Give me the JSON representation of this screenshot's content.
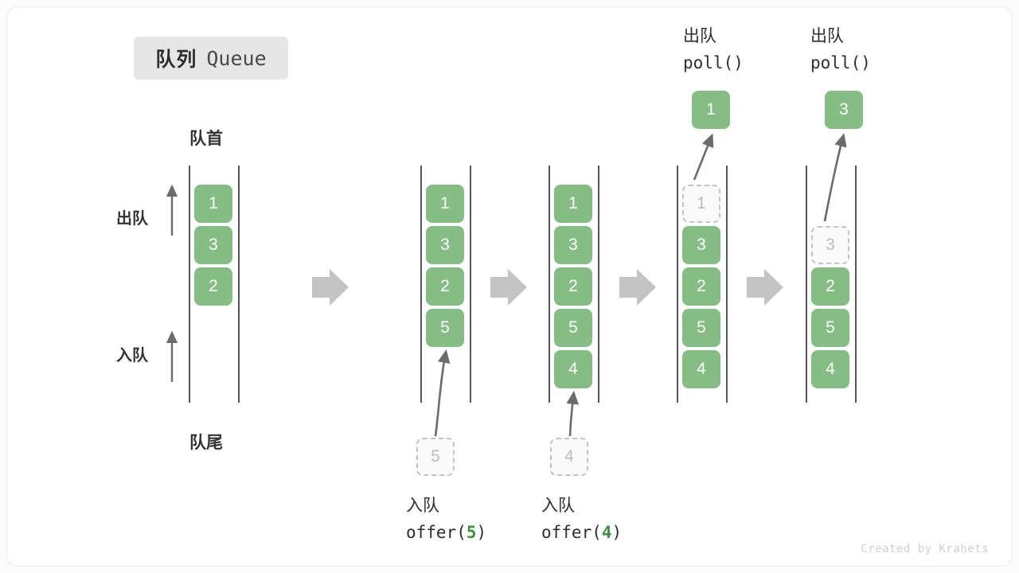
{
  "figure": {
    "title_cn": "队列",
    "title_en": "Queue",
    "credit": "Created by Krahets",
    "colors": {
      "element": "#85bd84",
      "ghost_border": "#c4c4c4",
      "ghost_text": "#bdbdbd",
      "rail": "#555555",
      "arrow": "#6b6b6b",
      "block_arrow": "#c4c4c4",
      "badge_bg": "#e6e6e6",
      "code_number": "#3f9142",
      "card_bg": "#ffffff",
      "page_bg": "#fbfbfb"
    }
  },
  "labels": {
    "head": "队首",
    "tail": "队尾",
    "dequeue": "出队",
    "enqueue": "入队"
  },
  "operations": {
    "offer_5": {
      "cn": "入队",
      "code_prefix": "offer(",
      "code_value": "5",
      "code_suffix": ")"
    },
    "offer_4": {
      "cn": "入队",
      "code_prefix": "offer(",
      "code_value": "4",
      "code_suffix": ")"
    },
    "poll_1": {
      "cn": "出队",
      "code": "poll()",
      "result": "1"
    },
    "poll_3": {
      "cn": "出队",
      "code": "poll()",
      "result": "3"
    }
  },
  "columns": [
    {
      "id": "state-initial",
      "cells": [
        {
          "value": "1",
          "state": "filled"
        },
        {
          "value": "3",
          "state": "filled"
        },
        {
          "value": "2",
          "state": "filled"
        }
      ]
    },
    {
      "id": "state-after-offer-5",
      "cells": [
        {
          "value": "1",
          "state": "filled"
        },
        {
          "value": "3",
          "state": "filled"
        },
        {
          "value": "2",
          "state": "filled"
        },
        {
          "value": "5",
          "state": "filled"
        }
      ],
      "incoming": {
        "value": "5",
        "state": "ghost"
      }
    },
    {
      "id": "state-after-offer-4",
      "cells": [
        {
          "value": "1",
          "state": "filled"
        },
        {
          "value": "3",
          "state": "filled"
        },
        {
          "value": "2",
          "state": "filled"
        },
        {
          "value": "5",
          "state": "filled"
        },
        {
          "value": "4",
          "state": "filled"
        }
      ],
      "incoming": {
        "value": "4",
        "state": "ghost"
      }
    },
    {
      "id": "state-after-poll-1",
      "cells": [
        {
          "value": "1",
          "state": "ghost"
        },
        {
          "value": "3",
          "state": "filled"
        },
        {
          "value": "2",
          "state": "filled"
        },
        {
          "value": "5",
          "state": "filled"
        },
        {
          "value": "4",
          "state": "filled"
        }
      ],
      "outgoing": {
        "value": "1",
        "state": "filled"
      }
    },
    {
      "id": "state-after-poll-3",
      "cells": [
        {
          "value": "",
          "state": "empty"
        },
        {
          "value": "3",
          "state": "ghost"
        },
        {
          "value": "2",
          "state": "filled"
        },
        {
          "value": "5",
          "state": "filled"
        },
        {
          "value": "4",
          "state": "filled"
        }
      ],
      "outgoing": {
        "value": "3",
        "state": "filled"
      }
    }
  ]
}
